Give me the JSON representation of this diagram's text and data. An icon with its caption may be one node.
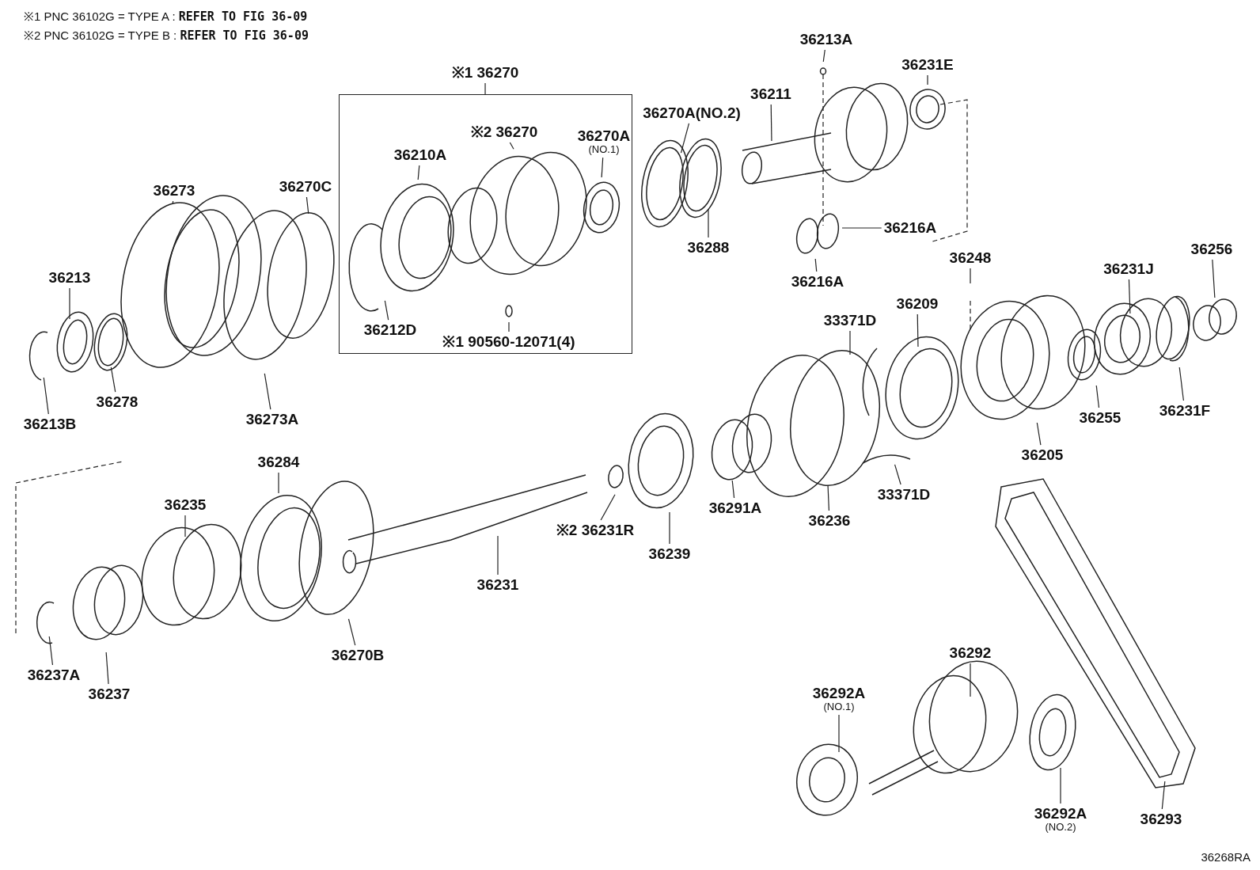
{
  "diagram": {
    "nodes": [
      {
        "text": [
          "※1 36270"
        ]
      },
      {
        "text": [],
        "shape": "box"
      },
      {
        "text": [
          "36210A"
        ],
        "in": 1
      },
      {
        "text": [
          "※2 36270"
        ],
        "in": 1
      },
      {
        "text": [
          "36270A",
          "(NO.1)"
        ],
        "in": 1
      },
      {
        "text": [
          "36212D"
        ],
        "in": 1
      },
      {
        "text": [
          "※1 90560-12071(4)"
        ],
        "in": 1
      },
      {
        "text": [
          "36273"
        ]
      },
      {
        "text": [
          "36270C"
        ]
      },
      {
        "text": [
          "36213"
        ]
      },
      {
        "text": [
          "36278"
        ]
      },
      {
        "text": [
          "36213B"
        ]
      },
      {
        "text": [
          "36273A"
        ]
      },
      {
        "text": [
          "36213A"
        ]
      },
      {
        "text": [
          "36231E"
        ]
      },
      {
        "text": [
          "36270A(NO.2)"
        ]
      },
      {
        "text": [
          "36211"
        ]
      },
      {
        "text": [
          "36288"
        ]
      },
      {
        "text": [
          "36216A"
        ]
      },
      {
        "text": [
          "36216A"
        ]
      },
      {
        "text": [
          "36248"
        ]
      },
      {
        "text": [
          "36256"
        ]
      },
      {
        "text": [
          "36231J"
        ]
      },
      {
        "text": [
          "33371D"
        ]
      },
      {
        "text": [
          "36209"
        ]
      },
      {
        "text": [
          "36255"
        ]
      },
      {
        "text": [
          "36231F"
        ]
      },
      {
        "text": [
          "36205"
        ]
      },
      {
        "text": [
          "33371D"
        ]
      },
      {
        "text": [
          "36236"
        ]
      },
      {
        "text": [
          "36291A"
        ]
      },
      {
        "text": [
          "36239"
        ]
      },
      {
        "text": [
          "※2 36231R"
        ]
      },
      {
        "text": [
          "36231"
        ]
      },
      {
        "text": [
          "36284"
        ]
      },
      {
        "text": [
          "36235"
        ]
      },
      {
        "text": [
          "36270B"
        ]
      },
      {
        "text": [
          "36237A"
        ]
      },
      {
        "text": [
          "36237"
        ]
      },
      {
        "text": [
          "36292"
        ]
      },
      {
        "text": [
          "36292A",
          "(NO.1)"
        ]
      },
      {
        "text": [
          "36292A",
          "(NO.2)"
        ]
      },
      {
        "text": [
          "36293"
        ]
      }
    ],
    "edges": [
      {
        "from": 0,
        "to": 1,
        "arrow": "none"
      },
      {
        "from": 2,
        "to": null,
        "arrow": "none"
      },
      {
        "from": 3,
        "to": null,
        "arrow": "none"
      },
      {
        "from": 4,
        "to": null,
        "arrow": "none"
      },
      {
        "from": 5,
        "to": null,
        "arrow": "none"
      },
      {
        "from": 6,
        "to": null,
        "arrow": "none"
      },
      {
        "from": 7,
        "to": null,
        "arrow": "none"
      },
      {
        "from": 8,
        "to": null,
        "arrow": "none"
      },
      {
        "from": 9,
        "to": null,
        "arrow": "none"
      },
      {
        "from": 10,
        "to": null,
        "arrow": "none"
      },
      {
        "from": 11,
        "to": null,
        "arrow": "none"
      },
      {
        "from": 12,
        "to": null,
        "arrow": "none"
      },
      {
        "from": 13,
        "to": null,
        "arrow": "none"
      },
      {
        "from": 14,
        "to": null,
        "arrow": "none"
      },
      {
        "from": 15,
        "to": null,
        "arrow": "none"
      },
      {
        "from": 16,
        "to": null,
        "arrow": "none"
      },
      {
        "from": 17,
        "to": null,
        "arrow": "none"
      },
      {
        "from": 18,
        "to": null,
        "arrow": "none"
      },
      {
        "from": 19,
        "to": null,
        "arrow": "none"
      },
      {
        "from": 20,
        "to": null,
        "arrow": "none"
      },
      {
        "from": 21,
        "to": null,
        "arrow": "none"
      },
      {
        "from": 22,
        "to": null,
        "arrow": "none"
      },
      {
        "from": 23,
        "to": null,
        "arrow": "none"
      },
      {
        "from": 24,
        "to": null,
        "arrow": "none"
      },
      {
        "from": 25,
        "to": null,
        "arrow": "none"
      },
      {
        "from": 26,
        "to": null,
        "arrow": "none"
      },
      {
        "from": 27,
        "to": null,
        "arrow": "none"
      },
      {
        "from": 28,
        "to": null,
        "arrow": "none"
      },
      {
        "from": 29,
        "to": null,
        "arrow": "none"
      },
      {
        "from": 30,
        "to": null,
        "arrow": "none"
      },
      {
        "from": 31,
        "to": null,
        "arrow": "none"
      },
      {
        "from": 32,
        "to": null,
        "arrow": "none"
      },
      {
        "from": 33,
        "to": null,
        "arrow": "none"
      },
      {
        "from": 34,
        "to": null,
        "arrow": "none"
      },
      {
        "from": 35,
        "to": null,
        "arrow": "none"
      },
      {
        "from": 36,
        "to": null,
        "arrow": "none"
      },
      {
        "from": 37,
        "to": null,
        "arrow": "none"
      },
      {
        "from": 38,
        "to": null,
        "arrow": "none"
      },
      {
        "from": 39,
        "to": null,
        "arrow": "none"
      },
      {
        "from": 40,
        "to": null,
        "arrow": "none"
      },
      {
        "from": 41,
        "to": null,
        "arrow": "none"
      },
      {
        "from": 42,
        "to": null,
        "arrow": "none"
      }
    ],
    "labels": [
      "※1 PNC 36102G = TYPE A : **REFER TO FIG 36-09**",
      "※2 PNC 36102G = TYPE B : **REFER TO FIG 36-09**",
      "36268RA"
    ]
  }
}
